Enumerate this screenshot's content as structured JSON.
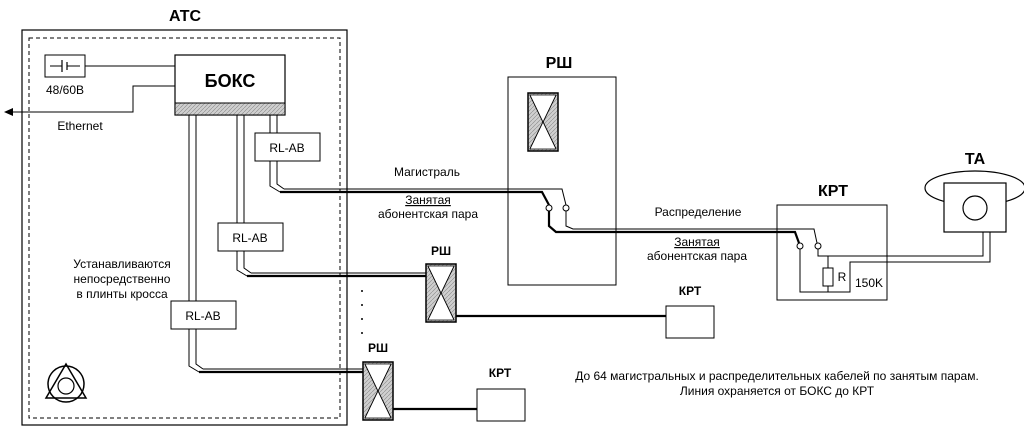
{
  "atc": {
    "title": "АТС",
    "battery_label": "48/60В",
    "box_label": "БОКС",
    "ethernet_label": "Ethernet",
    "note_line1": "Устанавливаются",
    "note_line2": "непосредственно",
    "note_line3": "в плинты кросса",
    "relay1": "RL-AB",
    "relay2": "RL-AB",
    "relay3": "RL-AB"
  },
  "rsh_main": {
    "title": "РШ"
  },
  "rsh_small1": {
    "title": "РШ"
  },
  "rsh_small2": {
    "title": "РШ"
  },
  "krt_main": {
    "title": "КРТ",
    "resistor_label": "R",
    "resistance": "150K"
  },
  "krt_small1": {
    "title": "КРТ"
  },
  "krt_small2": {
    "title": "КРТ"
  },
  "ta": {
    "title": "ТА"
  },
  "labels": {
    "trunk": "Магистраль",
    "busy1": "Занятая",
    "pair1": "абонентская пара",
    "distribution": "Распределение",
    "busy2": "Занятая",
    "pair2": "абонентская пара",
    "footer1": "До 64 магистральных и распределительных кабелей по занятым парам.",
    "footer2": "Линия охраняется от БОКС до КРТ"
  }
}
